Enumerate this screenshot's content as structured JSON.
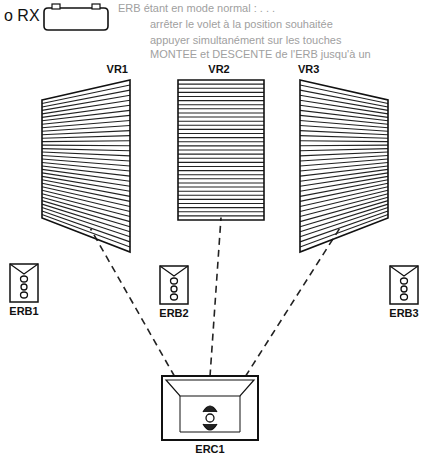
{
  "diagram": {
    "nodes": [
      {
        "text": [
          "VR1"
        ]
      },
      {
        "text": [
          "VR2"
        ]
      },
      {
        "text": [
          "VR3"
        ]
      },
      {
        "text": [
          "ERB1"
        ]
      },
      {
        "text": [
          "ERB2"
        ]
      },
      {
        "text": [
          "ERB3"
        ]
      },
      {
        "text": [
          "ERC1"
        ]
      }
    ],
    "edges": [
      {
        "from": 6,
        "to": 0,
        "arrow": "none"
      },
      {
        "from": 6,
        "to": 1,
        "arrow": "none"
      },
      {
        "from": 6,
        "to": 2,
        "arrow": "none"
      }
    ],
    "labels": [
      "o RX",
      "ERB étant en mode normal : . . .",
      "arrêter le volet à la position souhaitée",
      "appuyer simultanément sur les touches",
      "MONTEE et DESCENTE de l'ERB jusqu'à un"
    ]
  }
}
